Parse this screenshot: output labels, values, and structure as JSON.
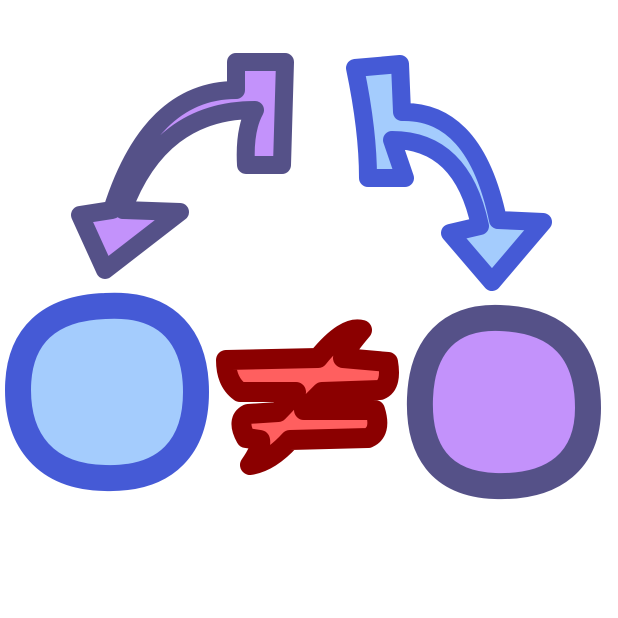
{
  "icon": {
    "name": "swap-not-equal-icon",
    "elements": [
      "arrow-left-curved",
      "arrow-right-curved",
      "circle-left",
      "circle-right",
      "not-equal-sign"
    ]
  },
  "colors": {
    "left_circle_fill": "#a4ccfd",
    "left_circle_stroke": "#455ad6",
    "right_circle_fill": "#c392fb",
    "right_circle_stroke": "#555188",
    "left_arrow_fill": "#c392fb",
    "left_arrow_stroke": "#555188",
    "right_arrow_fill": "#a4ccfd",
    "right_arrow_stroke": "#455ad6",
    "not_equal_fill": "#ff5f5f",
    "not_equal_stroke": "#8b0000",
    "background": "#ffffff"
  }
}
